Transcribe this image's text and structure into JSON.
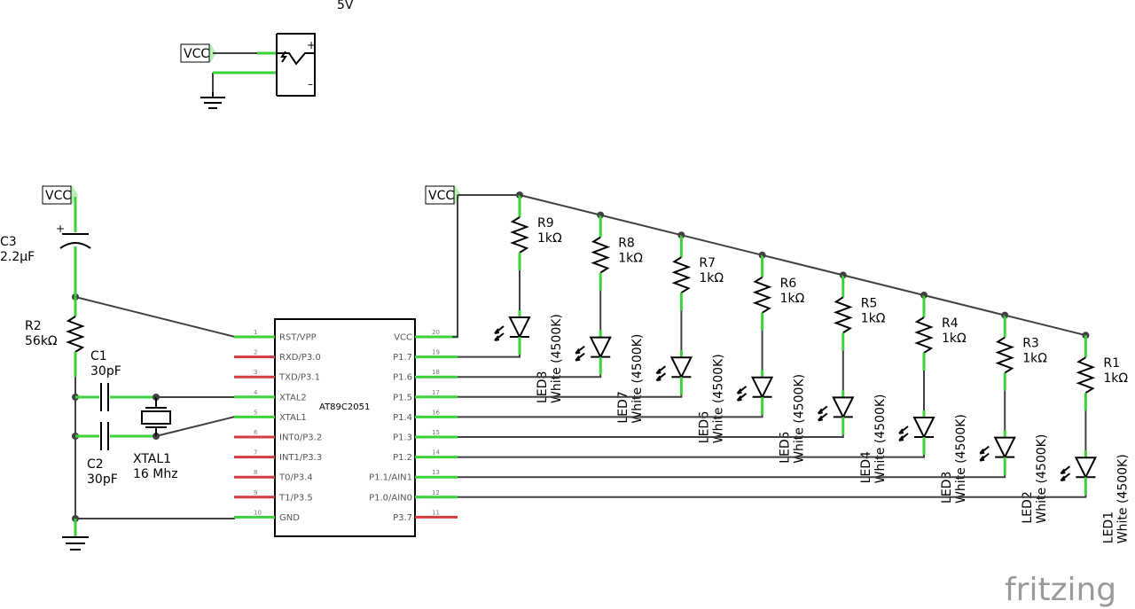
{
  "header": {
    "supply_label": "5V"
  },
  "brand": {
    "text": "fritzing"
  },
  "power": {
    "vcc_label": "VCC"
  },
  "mcu": {
    "name": "AT89C2051",
    "left_pins": [
      {
        "num": "1",
        "label": "RST/VPP",
        "connected": true
      },
      {
        "num": "2",
        "label": "RXD/P3.0",
        "connected": false
      },
      {
        "num": "3",
        "label": "TXD/P3.1",
        "connected": false
      },
      {
        "num": "4",
        "label": "XTAL2",
        "connected": true
      },
      {
        "num": "5",
        "label": "XTAL1",
        "connected": true
      },
      {
        "num": "6",
        "label": "INT0/P3.2",
        "connected": false
      },
      {
        "num": "7",
        "label": "INT1/P3.3",
        "connected": false
      },
      {
        "num": "8",
        "label": "T0/P3.4",
        "connected": false
      },
      {
        "num": "9",
        "label": "T1/P3.5",
        "connected": false
      },
      {
        "num": "10",
        "label": "GND",
        "connected": true
      }
    ],
    "right_pins": [
      {
        "num": "20",
        "label": "VCC",
        "connected": true
      },
      {
        "num": "19",
        "label": "P1.7",
        "connected": true
      },
      {
        "num": "18",
        "label": "P1.6",
        "connected": true
      },
      {
        "num": "17",
        "label": "P1.5",
        "connected": true
      },
      {
        "num": "16",
        "label": "P1.4",
        "connected": true
      },
      {
        "num": "15",
        "label": "P1.3",
        "connected": true
      },
      {
        "num": "14",
        "label": "P1.2",
        "connected": true
      },
      {
        "num": "13",
        "label": "P1.1/AIN1",
        "connected": true
      },
      {
        "num": "12",
        "label": "P1.0/AIN0",
        "connected": true
      },
      {
        "num": "11",
        "label": "P3.7",
        "connected": false
      }
    ]
  },
  "parts": {
    "c3": {
      "ref": "C3",
      "value": "2.2µF"
    },
    "r2": {
      "ref": "R2",
      "value": "56kΩ"
    },
    "c1": {
      "ref": "C1",
      "value": "30pF"
    },
    "c2": {
      "ref": "C2",
      "value": "30pF"
    },
    "xtal1": {
      "ref": "XTAL1",
      "value": "16 Mhz"
    }
  },
  "led_channels": [
    {
      "resistor": "R9",
      "r_value": "1kΩ",
      "led": "LED8",
      "led_value": "White (4500K)"
    },
    {
      "resistor": "R8",
      "r_value": "1kΩ",
      "led": "LED7",
      "led_value": "White (4500K)"
    },
    {
      "resistor": "R7",
      "r_value": "1kΩ",
      "led": "LED6",
      "led_value": "White (4500K)"
    },
    {
      "resistor": "R6",
      "r_value": "1kΩ",
      "led": "LED5",
      "led_value": "White (4500K)"
    },
    {
      "resistor": "R5",
      "r_value": "1kΩ",
      "led": "LED4",
      "led_value": "White (4500K)"
    },
    {
      "resistor": "R4",
      "r_value": "1kΩ",
      "led": "LED3",
      "led_value": "White (4500K)"
    },
    {
      "resistor": "R3",
      "r_value": "1kΩ",
      "led": "LED2",
      "led_value": "White (4500K)"
    },
    {
      "resistor": "R1",
      "r_value": "1kΩ",
      "led": "LED1",
      "led_value": "White (4500K)"
    }
  ],
  "colors": {
    "wire": "#404040",
    "connected_lead": "#3cd23c",
    "unconnected_lead": "#d23c3c",
    "net_label_fill": "#b8f0b8"
  }
}
